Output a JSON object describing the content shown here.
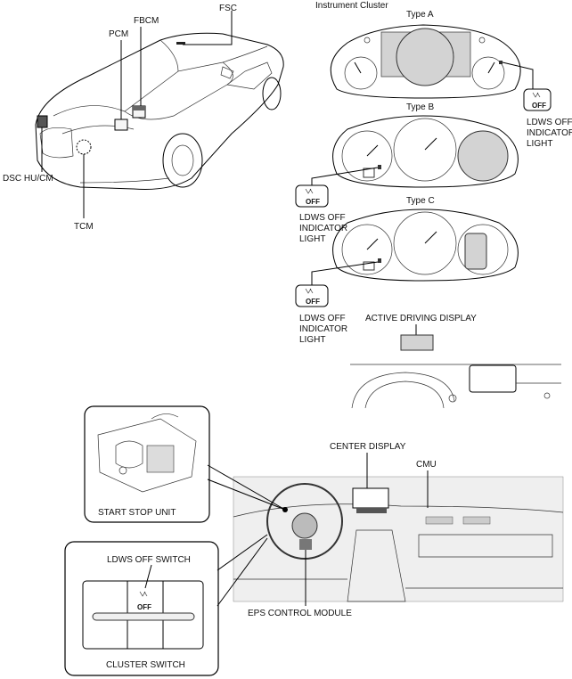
{
  "labels": {
    "fsc": "FSC",
    "fbcm": "FBCM",
    "pcm": "PCM",
    "dsc": "DSC HU/CM",
    "tcm": "TCM",
    "instrument_cluster": "Instrument Cluster",
    "type_a": "Type A",
    "type_b": "Type B",
    "type_c": "Type C",
    "ldws_off_indicator_a": [
      "LDWS OFF",
      "INDICATOR",
      "LIGHT"
    ],
    "ldws_off_indicator_b": [
      "LDWS OFF",
      "INDICATOR",
      "LIGHT"
    ],
    "ldws_off_indicator_c": [
      "LDWS OFF",
      "INDICATOR",
      "LIGHT"
    ],
    "active_driving_display": "ACTIVE DRIVING DISPLAY",
    "center_display": "CENTER DISPLAY",
    "cmu": "CMU",
    "start_stop_unit": "START STOP UNIT",
    "eps_control_module": "EPS CONTROL MODULE",
    "ldws_off_switch": "LDWS OFF SWITCH",
    "cluster_switch": "CLUSTER SWITCH",
    "off_glyph": "OFF"
  }
}
